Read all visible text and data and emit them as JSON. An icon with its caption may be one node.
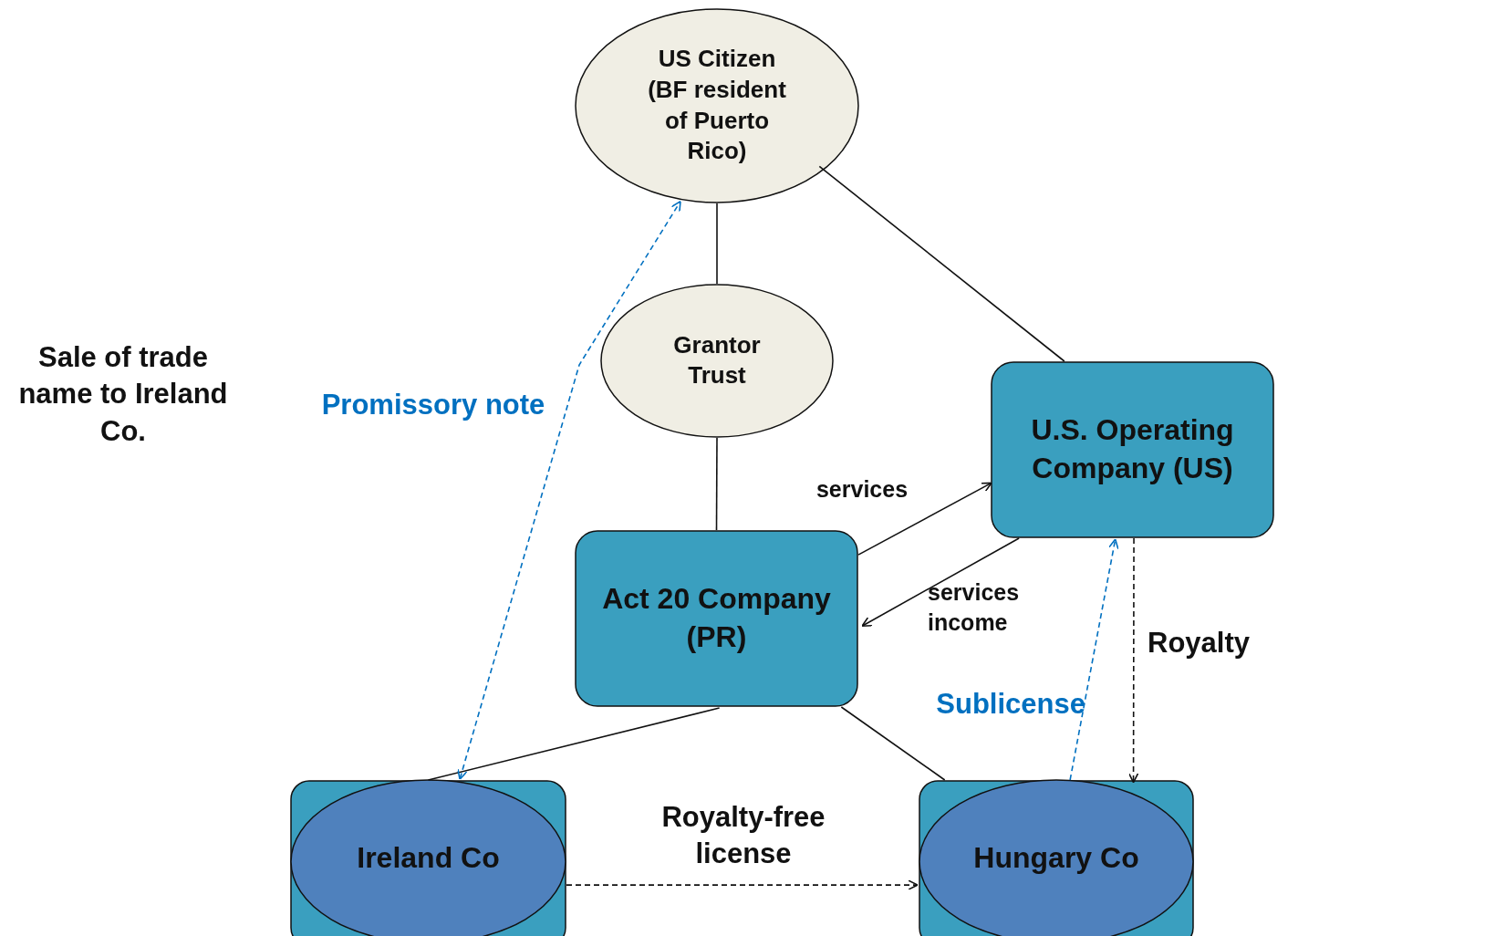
{
  "diagram": {
    "nodes": [
      {
        "text": [
          "US Citizen (BF resident of Puerto Rico)"
        ]
      },
      {
        "text": [
          "Grantor Trust"
        ]
      },
      {
        "text": [
          "U.S. Operating Company (US)"
        ]
      },
      {
        "text": [
          "Act 20 Company (PR)"
        ]
      },
      {
        "text": [
          "Ireland Co"
        ]
      },
      {
        "text": [
          "Hungary Co"
        ]
      }
    ],
    "edges": [
      {
        "from": 0,
        "to": 1,
        "arrow": "none"
      },
      {
        "from": 0,
        "to": 2,
        "arrow": "none"
      },
      {
        "from": 1,
        "to": 3,
        "arrow": "none"
      },
      {
        "from": 3,
        "to": 2,
        "arrow": "to",
        "label": "services"
      },
      {
        "from": 2,
        "to": 3,
        "arrow": "to",
        "label": "services income"
      },
      {
        "from": 3,
        "to": 4,
        "arrow": "none"
      },
      {
        "from": 3,
        "to": 5,
        "arrow": "none"
      },
      {
        "from": 4,
        "to": 0,
        "arrow": "both",
        "label": "Promissory note",
        "style": "dashed",
        "color": "#0070c0"
      },
      {
        "from": 5,
        "to": 2,
        "arrow": "to",
        "label": "Sublicense",
        "style": "dashed",
        "color": "#0070c0"
      },
      {
        "from": 2,
        "to": 5,
        "arrow": "to",
        "label": "Royalty",
        "style": "dashed"
      },
      {
        "from": 4,
        "to": 5,
        "arrow": "to",
        "label": "Royalty-free license",
        "style": "dashed"
      }
    ],
    "labels": [
      "Sale of trade name to Ireland Co."
    ]
  }
}
